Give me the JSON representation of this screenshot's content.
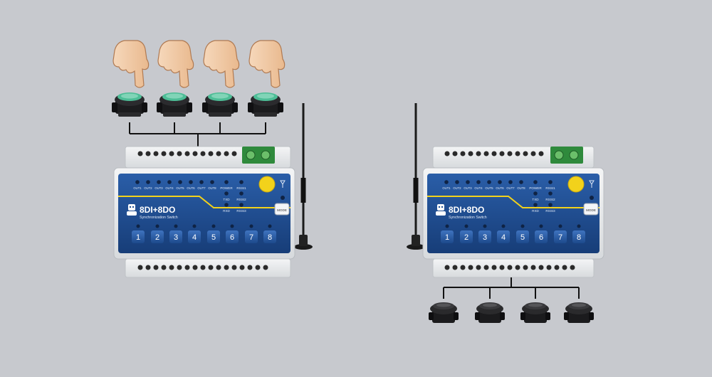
{
  "devices": [
    {
      "model": "8DI+8DO",
      "subtitle": "Synchronization Switch",
      "mode_label": "MODE",
      "out_leds": [
        "OUT1",
        "OUT2",
        "OUT3",
        "OUT4",
        "OUT5",
        "OUT6",
        "OUT7",
        "OUT8"
      ],
      "status_leds": {
        "power": "POWER",
        "txd": "TXD",
        "rxd": "RXD",
        "rssi1": "RSSI1",
        "rssi2": "RSSI2",
        "rssi3": "RSSI3"
      },
      "channels": [
        "1",
        "2",
        "3",
        "4",
        "5",
        "6",
        "7",
        "8"
      ]
    },
    {
      "model": "8DI+8DO",
      "subtitle": "Synchronization Switch",
      "mode_label": "MODE",
      "out_leds": [
        "OUT1",
        "OUT2",
        "OUT3",
        "OUT4",
        "OUT5",
        "OUT6",
        "OUT7",
        "OUT8"
      ],
      "status_leds": {
        "power": "POWER",
        "txd": "TXD",
        "rxd": "RXD",
        "rssi1": "RSSI1",
        "rssi2": "RSSI2",
        "rssi3": "RSSI3"
      },
      "channels": [
        "1",
        "2",
        "3",
        "4",
        "5",
        "6",
        "7",
        "8"
      ]
    }
  ],
  "colors": {
    "background": "#c7c9ce",
    "panel_blue": "#1f4f96",
    "panel_dark": "#173a72",
    "accent_yellow": "#f2d21b",
    "terminal_green": "#2f8a3c",
    "button_green": "#3fae8c"
  },
  "icons": [
    "pointing-hand-icon",
    "push-button-icon",
    "antenna-icon",
    "indicator-lamp-icon",
    "robot-logo-icon",
    "signal-icon"
  ]
}
